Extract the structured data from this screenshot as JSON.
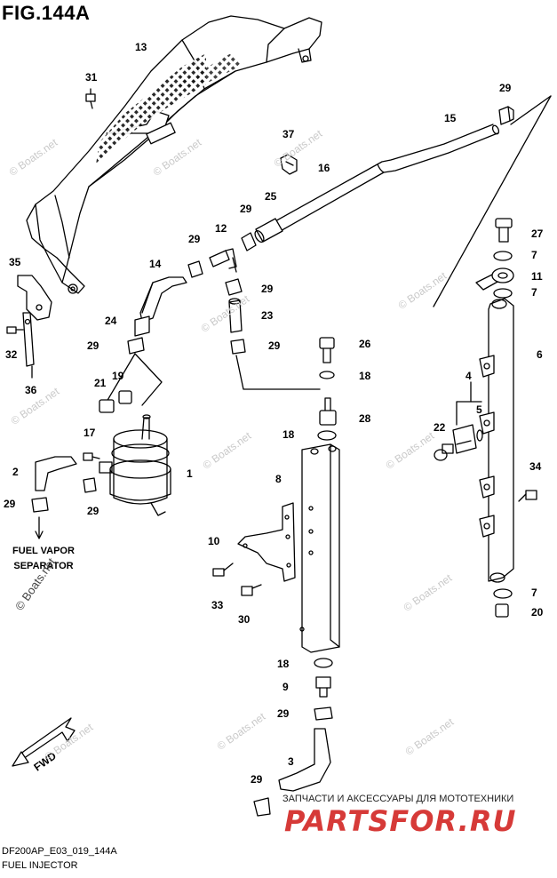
{
  "figure": {
    "title": "FIG.144A",
    "code": "DF200AP_E03_019_144A",
    "name": "FUEL INJECTOR"
  },
  "callouts": [
    {
      "id": "13",
      "text": "13"
    },
    {
      "id": "31",
      "text": "31"
    },
    {
      "id": "29a",
      "text": "29"
    },
    {
      "id": "15",
      "text": "15"
    },
    {
      "id": "37",
      "text": "37"
    },
    {
      "id": "16",
      "text": "16"
    },
    {
      "id": "25",
      "text": "25"
    },
    {
      "id": "29b",
      "text": "29"
    },
    {
      "id": "12",
      "text": "12"
    },
    {
      "id": "29c",
      "text": "29"
    },
    {
      "id": "27",
      "text": "27"
    },
    {
      "id": "7a",
      "text": "7"
    },
    {
      "id": "35",
      "text": "35"
    },
    {
      "id": "14",
      "text": "14"
    },
    {
      "id": "11",
      "text": "11"
    },
    {
      "id": "29d",
      "text": "29"
    },
    {
      "id": "7b",
      "text": "7"
    },
    {
      "id": "23",
      "text": "23"
    },
    {
      "id": "24",
      "text": "24"
    },
    {
      "id": "32",
      "text": "32"
    },
    {
      "id": "29e",
      "text": "29"
    },
    {
      "id": "29f",
      "text": "29"
    },
    {
      "id": "26",
      "text": "26"
    },
    {
      "id": "6",
      "text": "6"
    },
    {
      "id": "19",
      "text": "19"
    },
    {
      "id": "18a",
      "text": "18"
    },
    {
      "id": "21",
      "text": "21"
    },
    {
      "id": "36",
      "text": "36"
    },
    {
      "id": "4",
      "text": "4"
    },
    {
      "id": "28",
      "text": "28"
    },
    {
      "id": "5",
      "text": "5"
    },
    {
      "id": "22",
      "text": "22"
    },
    {
      "id": "17",
      "text": "17"
    },
    {
      "id": "18b",
      "text": "18"
    },
    {
      "id": "2",
      "text": "2"
    },
    {
      "id": "1",
      "text": "1"
    },
    {
      "id": "8",
      "text": "8"
    },
    {
      "id": "34",
      "text": "34"
    },
    {
      "id": "29g",
      "text": "29"
    },
    {
      "id": "29h",
      "text": "29"
    },
    {
      "id": "10",
      "text": "10"
    },
    {
      "id": "33",
      "text": "33"
    },
    {
      "id": "7c",
      "text": "7"
    },
    {
      "id": "30",
      "text": "30"
    },
    {
      "id": "20",
      "text": "20"
    },
    {
      "id": "18c",
      "text": "18"
    },
    {
      "id": "9",
      "text": "9"
    },
    {
      "id": "29i",
      "text": "29"
    },
    {
      "id": "3",
      "text": "3"
    },
    {
      "id": "29j",
      "text": "29"
    }
  ],
  "fuel_vapor_separator": {
    "line1": "FUEL VAPOR",
    "line2": "SEPARATOR"
  },
  "fwd_label": "FWD",
  "watermark": "© Boats.net",
  "shop": {
    "tagline": "ЗАПЧАСТИ И АКСЕССУАРЫ ДЛЯ МОТОТЕХНИКИ",
    "logo": "PARTSFOR.RU"
  },
  "colors": {
    "line": "#000000",
    "shop_red": "#d63a38",
    "watermark": "#c9c9c9"
  }
}
